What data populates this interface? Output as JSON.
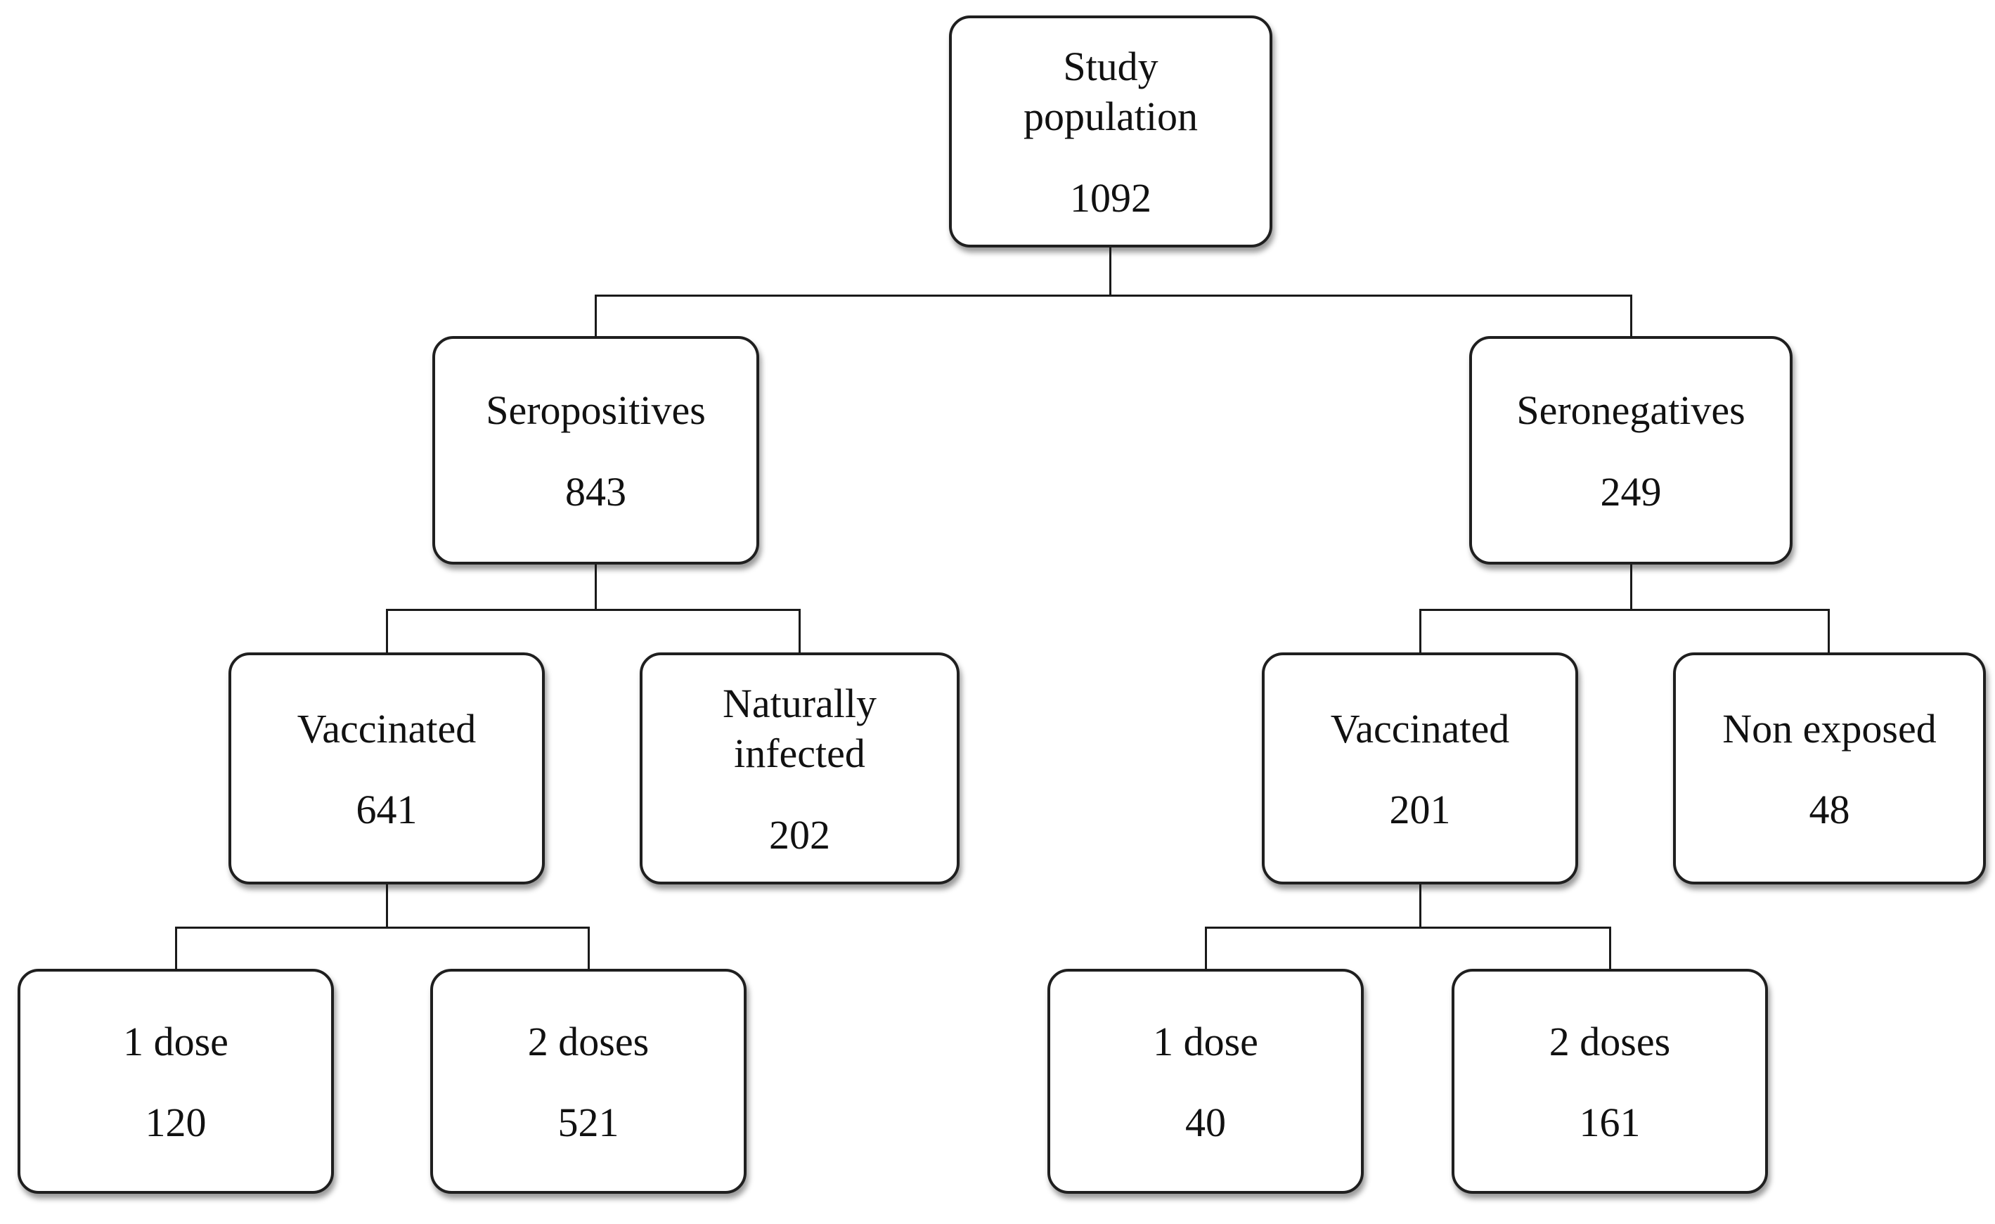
{
  "figure": {
    "type": "flowchart",
    "description": "Study population serology and vaccination flow diagram"
  },
  "nodes": {
    "study": {
      "label": "Study population",
      "value": "1092"
    },
    "seropositives": {
      "label": "Seropositives",
      "value": "843"
    },
    "seronegatives": {
      "label": "Seronegatives",
      "value": "249"
    },
    "vaccinated_seropos": {
      "label": "Vaccinated",
      "value": "641"
    },
    "naturally_infected": {
      "label": "Naturally infected",
      "value": "202"
    },
    "vaccinated_seroneg": {
      "label": "Vaccinated",
      "value": "201"
    },
    "non_exposed": {
      "label": "Non exposed",
      "value": "48"
    },
    "dose1_seropos": {
      "label": "1 dose",
      "value": "120"
    },
    "dose2_seropos": {
      "label": "2 doses",
      "value": "521"
    },
    "dose1_seroneg": {
      "label": "1 dose",
      "value": "40"
    },
    "dose2_seroneg": {
      "label": "2 doses",
      "value": "161"
    }
  },
  "edges": [
    [
      "study",
      "seropositives"
    ],
    [
      "study",
      "seronegatives"
    ],
    [
      "seropositives",
      "vaccinated_seropos"
    ],
    [
      "seropositives",
      "naturally_infected"
    ],
    [
      "seronegatives",
      "vaccinated_seroneg"
    ],
    [
      "seronegatives",
      "non_exposed"
    ],
    [
      "vaccinated_seropos",
      "dose1_seropos"
    ],
    [
      "vaccinated_seropos",
      "dose2_seropos"
    ],
    [
      "vaccinated_seroneg",
      "dose1_seroneg"
    ],
    [
      "vaccinated_seroneg",
      "dose2_seroneg"
    ]
  ],
  "colors": {
    "background": "#ffffff",
    "box_border": "#1f1f1f",
    "line": "#1a1a1a",
    "text": "#111111"
  }
}
